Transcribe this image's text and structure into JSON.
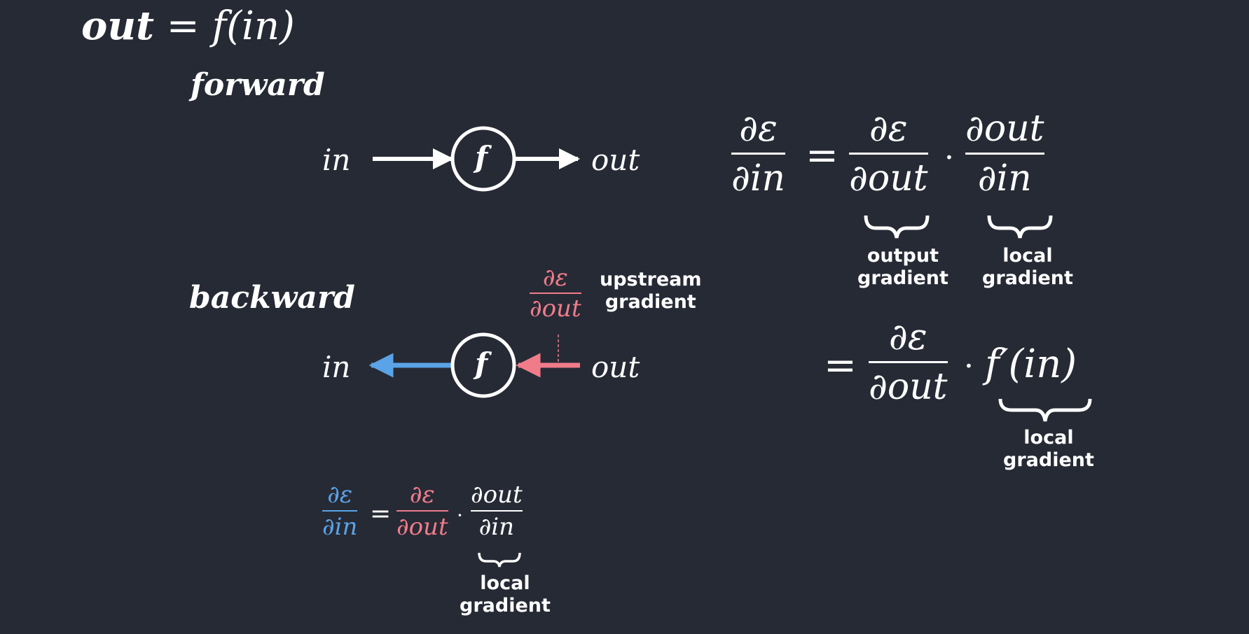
{
  "colors": {
    "background": "#262a35",
    "text": "#ffffff",
    "upstream": "#f07c8a",
    "downstream": "#5aa3e6"
  },
  "title": {
    "lhs": "out",
    "rhs": "= f(in)"
  },
  "forward": {
    "heading": "forward",
    "input_label": "in",
    "node_label": "f",
    "output_label": "out"
  },
  "backward": {
    "heading": "backward",
    "input_label": "in",
    "node_label": "f",
    "output_label": "out",
    "upstream_num": "∂ε",
    "upstream_den": "∂out",
    "upstream_label_1": "upstream",
    "upstream_label_2": "gradient"
  },
  "chain_rule_main": {
    "lhs_num": "∂ε",
    "lhs_den": "∂in",
    "equals": "=",
    "t1_num": "∂ε",
    "t1_den": "∂out",
    "dot": "·",
    "t2_num": "∂out",
    "t2_den": "∂in",
    "t1_label_1": "output",
    "t1_label_2": "gradient",
    "t2_label_1": "local",
    "t2_label_2": "gradient"
  },
  "chain_rule_alt": {
    "equals": "=",
    "t1_num": "∂ε",
    "t1_den": "∂out",
    "dot": "·",
    "derivative": "f′(in)",
    "label_1": "local",
    "label_2": "gradient"
  },
  "chain_rule_small": {
    "lhs_num": "∂ε",
    "lhs_den": "∂in",
    "equals": "=",
    "t1_num": "∂ε",
    "t1_den": "∂out",
    "dot": "·",
    "t2_num": "∂out",
    "t2_den": "∂in",
    "label_1": "local",
    "label_2": "gradient"
  }
}
